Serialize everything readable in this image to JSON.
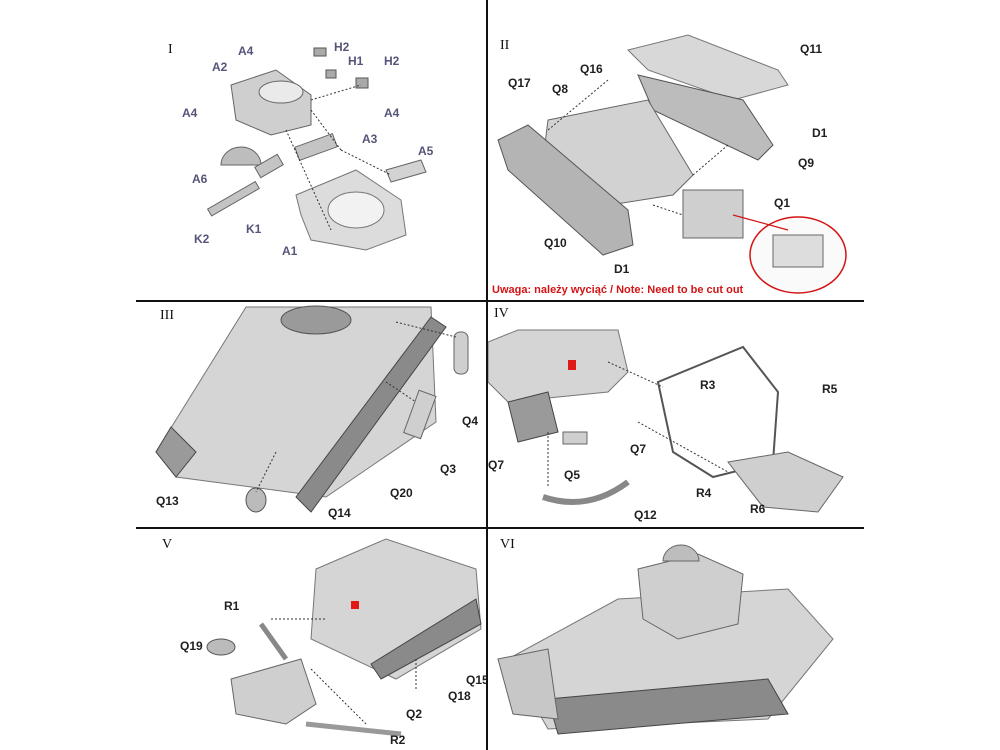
{
  "panels": [
    {
      "step": "I",
      "labels": [
        "A4",
        "H2",
        "A2",
        "H1",
        "H2",
        "A4",
        "A4",
        "A3",
        "A6",
        "A5",
        "K1",
        "K2",
        "A1"
      ]
    },
    {
      "step": "II",
      "labels": [
        "Q11",
        "Q17",
        "Q16",
        "Q8",
        "D1",
        "Q9",
        "Q1",
        "Q10",
        "D1"
      ],
      "note": "Uwaga: należy wyciąć / Note: Need to be cut out"
    },
    {
      "step": "III",
      "labels": [
        "Q4",
        "Q3",
        "Q13",
        "Q20",
        "Q14"
      ]
    },
    {
      "step": "IV",
      "labels": [
        "R3",
        "R5",
        "Q7",
        "Q7",
        "Q5",
        "R4",
        "R6",
        "Q12"
      ]
    },
    {
      "step": "V",
      "labels": [
        "R1",
        "Q19",
        "Q15",
        "Q18",
        "Q2",
        "R2"
      ]
    },
    {
      "step": "VI",
      "labels": []
    }
  ]
}
